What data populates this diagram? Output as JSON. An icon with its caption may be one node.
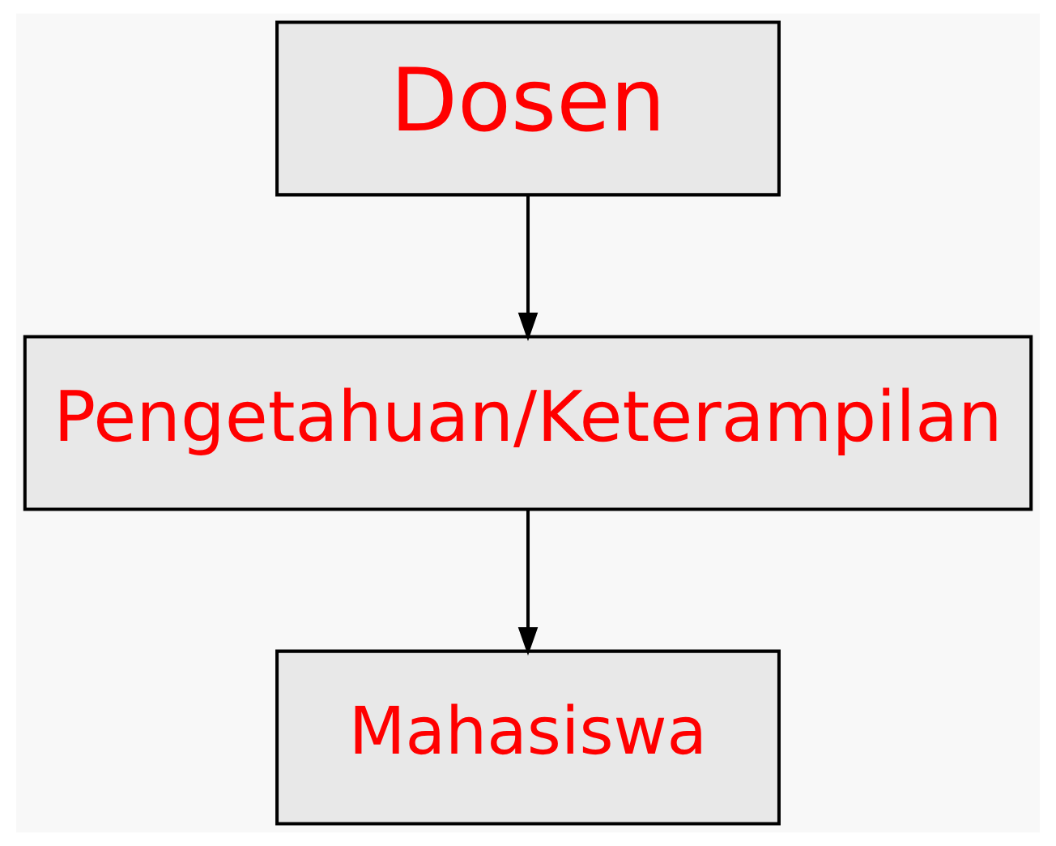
{
  "diagram": {
    "nodes": [
      {
        "text": [
          "Dosen"
        ]
      },
      {
        "text": [
          "Pengetahuan/Keterampilan"
        ]
      },
      {
        "text": [
          "Mahasiswa"
        ]
      }
    ],
    "edges": [
      {
        "from": 0,
        "to": 1,
        "arrow": "to"
      },
      {
        "from": 1,
        "to": 2,
        "arrow": "to"
      }
    ]
  }
}
